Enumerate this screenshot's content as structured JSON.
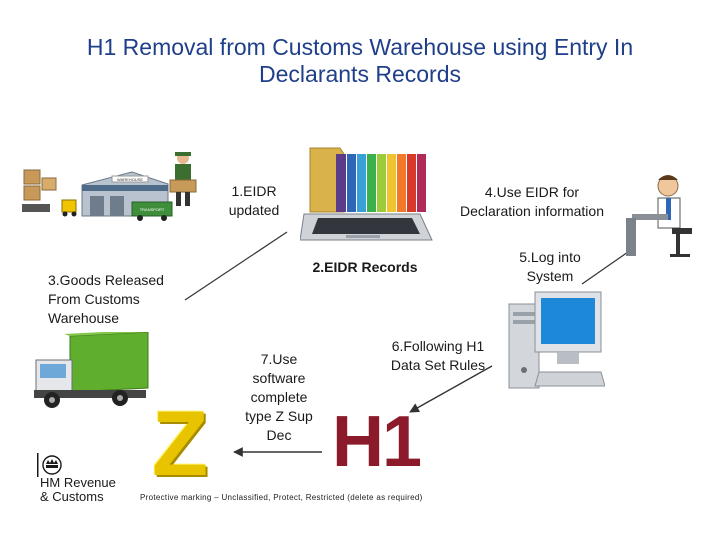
{
  "title": {
    "line1": "H1 Removal from Customs Warehouse using Entry In",
    "line2": "Declarants Records"
  },
  "labels": {
    "eidr_updated_1": "1.EIDR",
    "eidr_updated_2": "updated",
    "eidr_records": "2.EIDR Records",
    "goods_released_1": "3.Goods Released",
    "goods_released_2": "From Customs",
    "goods_released_3": "Warehouse",
    "use_eidr_1": "4.Use EIDR for",
    "use_eidr_2": "Declaration information",
    "log_into_1": "5.Log into",
    "log_into_2": "System",
    "following_h1_1": "6.Following H1",
    "following_h1_2": "Data Set Rules",
    "use_software_1": "7.Use",
    "use_software_2": "software",
    "use_software_3": "complete",
    "use_software_4": "type Z Sup",
    "use_software_5": "Dec"
  },
  "big_text": {
    "h1": "H1",
    "z": "Z"
  },
  "illustration_text": {
    "warehouse_sign": "WAREHOUSE",
    "transport_sign": "TRANSPORT"
  },
  "logo": {
    "line1": "HM Revenue",
    "line2": "& Customs"
  },
  "footer": "Protective marking – Unclassified, Protect, Restricted (delete as required)",
  "colors": {
    "title": "#1f3f8a",
    "h1": "#8b1a2b",
    "z": "#e8c400",
    "truck": "#5fae2e"
  }
}
